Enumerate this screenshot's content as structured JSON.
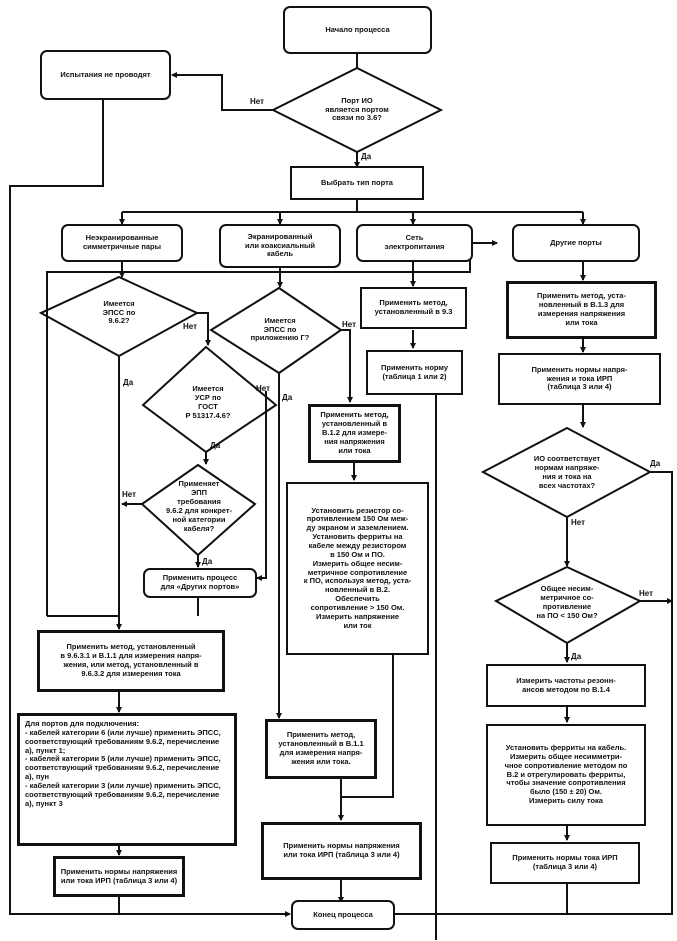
{
  "nodes": {
    "start": "Начало процесса",
    "test_not_performed": "Испытания не проводят",
    "q_port": "Порт ИО\nявляется портом\nсвязи по 3.6?",
    "select_port_type": "Выбрать тип порта",
    "port_unshielded": "Неэкранированные\nсимметричные пары",
    "port_shielded": "Экранированный\nили коаксиальный\nкабель",
    "port_power": "Сеть\nэлектропитания",
    "port_other": "Другие порты",
    "q_epss_682": "Имеется\nЭПСС по\n9.6.2?",
    "q_usr": "Имеется\nУСР по\nГОСТ\nР 51317.4.6?",
    "q_epp": "Применяет\nЭПП\nтребования\n9.6.2 для конкрет-\nной категории\nкабеля?",
    "apply_other_ports": "Применить процесс\nдля «Других портов»",
    "apply_method_9631": "Применить метод, установленный\nв 9.6.3.1 и В.1.1 для измерения напря-\nжения, или метод, установленный в\n9.6.3.2 для измерения тока",
    "connection_ports": "Для портов для подключения:\n- кабелей категории 6 (или лучше) применить ЭПСС, соответствующий требованиям 9.6.2, перечисление а), пункт 1;\n- кабелей категории 5 (или лучше) применить ЭПСС, соответствующий требованиям 9.6.2, перечисление а), пун\n- кабелей категории 3 (или лучше) применить ЭПСС, соответствующий требованиям 9.6.2, перечисление а), пункт 3",
    "apply_norms_left": "Применить нормы напряжения\nили тока ИРП (таблица 3 или 4)",
    "q_epss_g": "Имеется\nЭПСС по\nприложению Г?",
    "apply_method_b12": "Применить метод,\nустановленный в\nВ.1.2 для измере-\nния напряжения\nили тока",
    "install_resistor": "Установить резистор со-\nпротивлением 150 Ом меж-\nду экраном и заземлением.\nУстановить ферриты на\nкабеле между резистором\nв 150 Ом и ПО.\nИзмерить общее несим-\nметричное сопротивление\nк ПО, используя метод, уста-\nновленный в В.2.\nОбеспечить\nсопротивление > 150 Ом.\nИзмерить напряжение\nили ток",
    "apply_method_b11": "Применить метод,\nустановленный в В.1.1\nдля измерения напря-\nжения или тока.",
    "apply_norms_mid": "Применить нормы напряжения\nили тока ИРП (таблица 3 или 4)",
    "apply_method_93": "Применить метод,\nустановленный в 9.3",
    "apply_norm_12": "Применить норму\n(таблица 1 или 2)",
    "apply_method_b13": "Применить метод, уста-\nновленный в В.1.3 для\nизмерения напряжения\nили тока",
    "apply_norms_irp": "Применить нормы напря-\nжения и тока ИРП\n(таблица 3 или 4)",
    "q_io_norms": "ИО соответствует\nнормам напряже-\nния и тока на\nвсех частотах?",
    "q_asym": "Общее несим-\nметричное со-\nпротивление\nна ПО < 150 Ом?",
    "measure_freq": "Измерить частоты резонн-\nансов методом по В.1.4",
    "install_ferrites": "Установить ферриты на кабель.\nИзмерить общее несимметри-\nчное сопротивление методом по\nВ.2 и отрегулировать ферриты,\nчтобы значение сопротивления\nбыло (150 ± 20) Ом.\nИзмерить силу тока",
    "apply_norms_current": "Применить нормы тока ИРП\n(таблица 3 или 4)",
    "end": "Конец процесса"
  },
  "labels": {
    "yes": "Да",
    "no": "Нет"
  }
}
